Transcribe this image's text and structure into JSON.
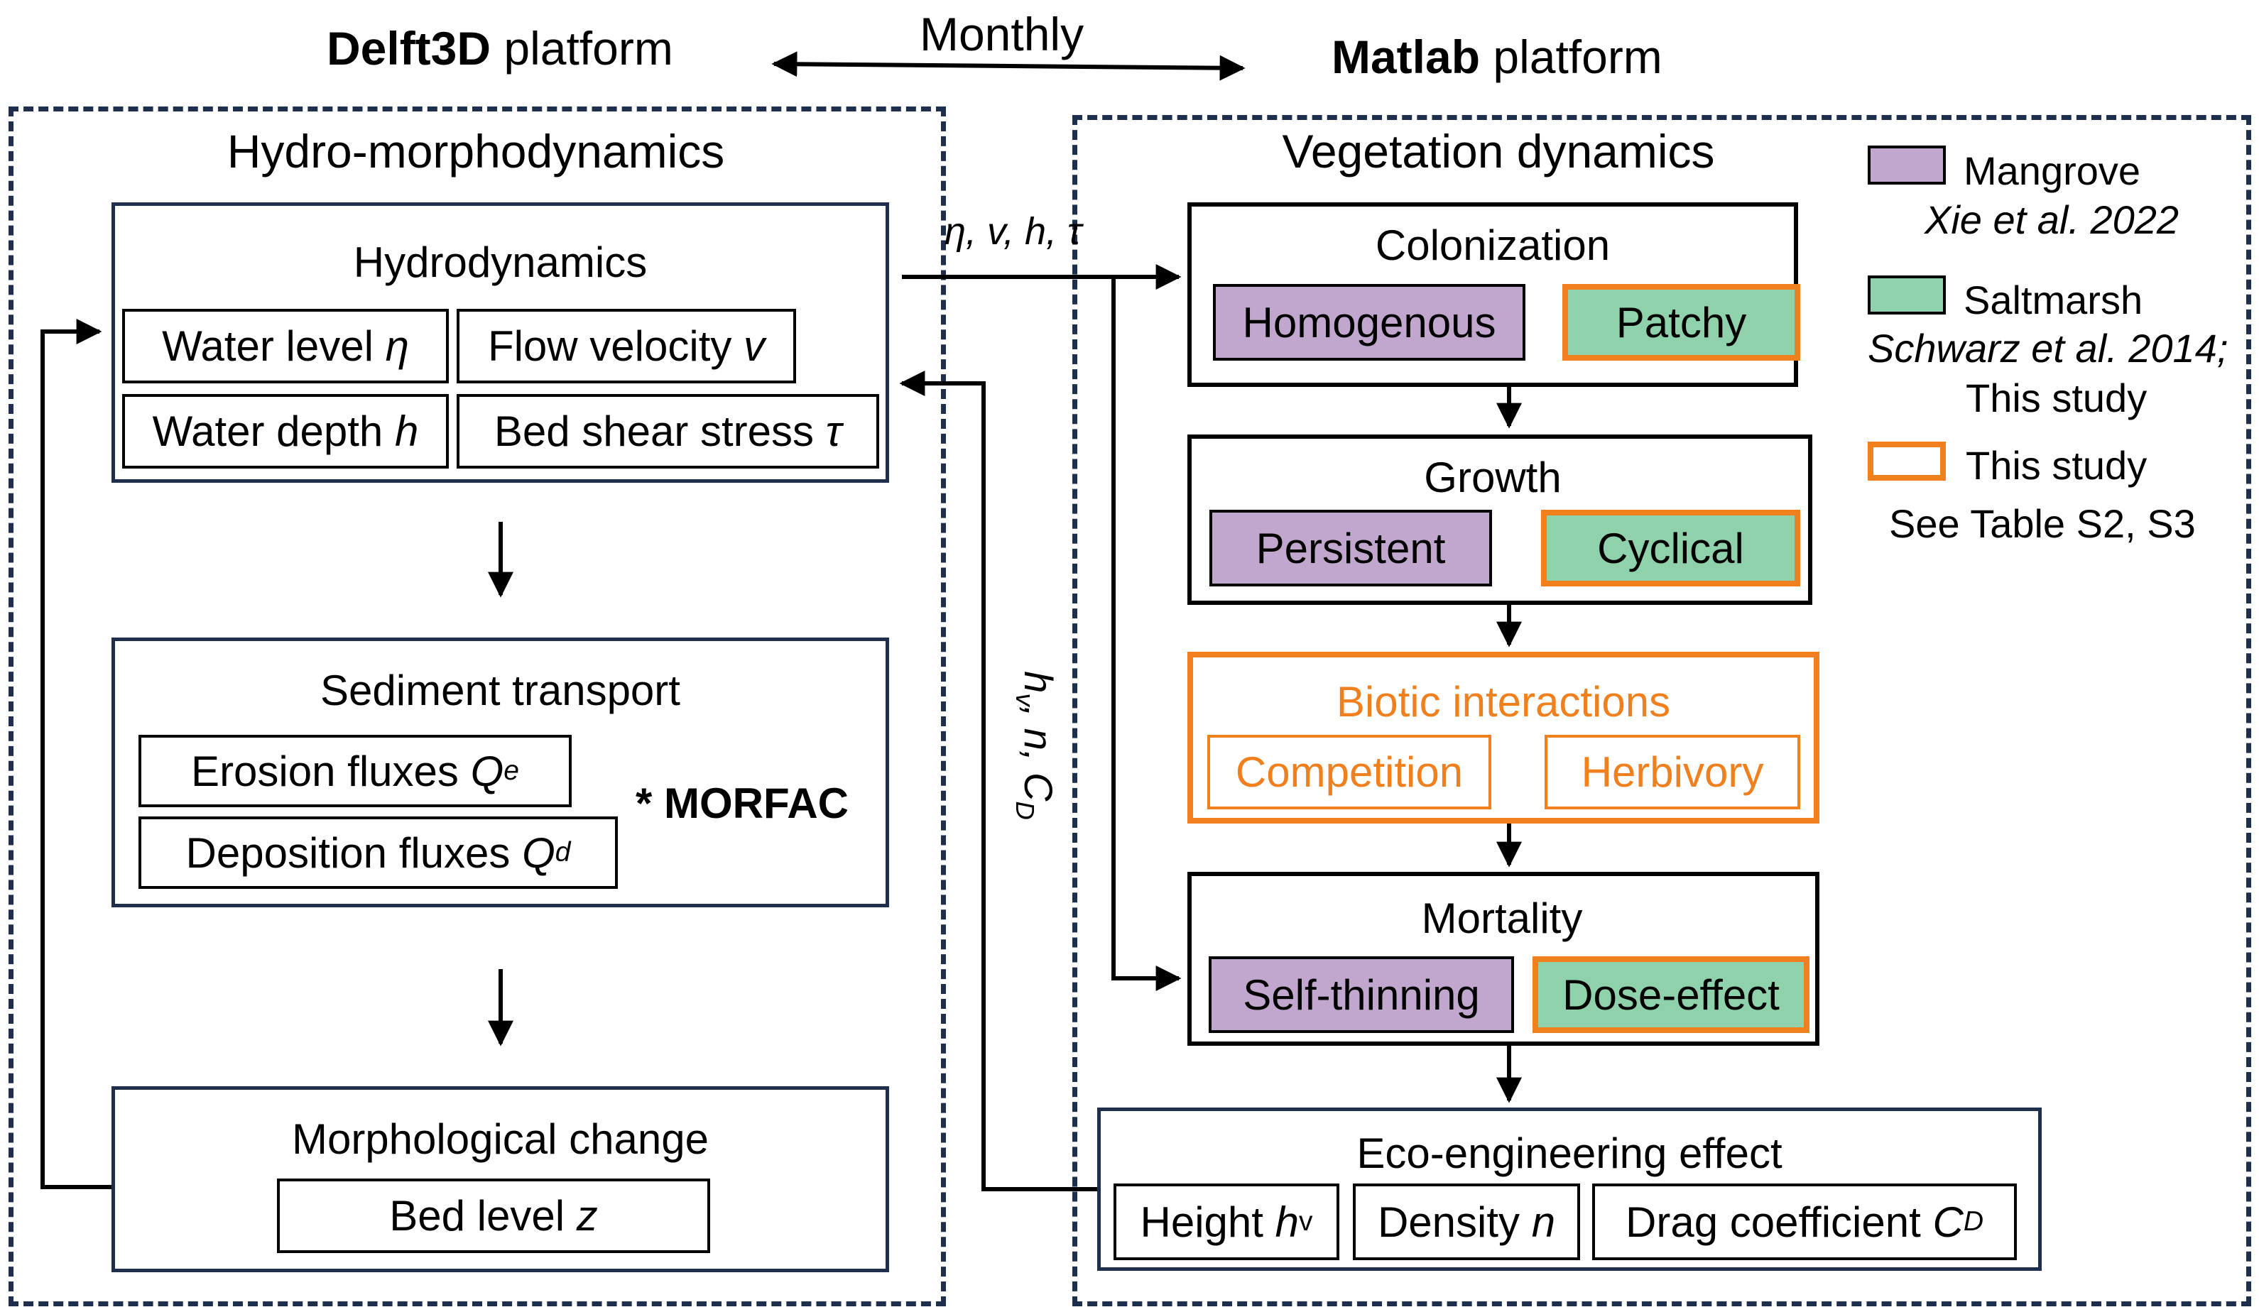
{
  "platforms": {
    "left": {
      "bold": "Delft3D",
      "rest": " platform"
    },
    "right": {
      "bold": "Matlab",
      "rest": " platform"
    },
    "coupling_label": "Monthly"
  },
  "left_panel": {
    "title": "Hydro-morphodynamics",
    "hydrodynamics": {
      "title": "Hydrodynamics",
      "water_level": {
        "text": "Water level ",
        "symbol": "η"
      },
      "flow_velocity": {
        "text": "Flow velocity ",
        "symbol": "v"
      },
      "water_depth": {
        "text": "Water depth ",
        "symbol": "h"
      },
      "bed_shear": {
        "text": "Bed shear stress ",
        "symbol": "τ"
      }
    },
    "sediment": {
      "title": "Sediment transport",
      "erosion": {
        "text": "Erosion fluxes ",
        "symbol": "Q",
        "sub": "e"
      },
      "deposition": {
        "text": "Deposition fluxes ",
        "symbol": "Q",
        "sub": "d"
      },
      "morfac": "* MORFAC"
    },
    "morphology": {
      "title": "Morphological change",
      "bed_level": {
        "text": "Bed level ",
        "symbol": "z"
      }
    }
  },
  "flow_labels": {
    "to_vegetation": "η, v, h, τ",
    "to_hydro": {
      "h": "h",
      "hsub": "v",
      "rest": ", n, C",
      "csub": "D"
    }
  },
  "right_panel": {
    "title": "Vegetation dynamics",
    "colonization": {
      "title": "Colonization",
      "a": "Homogenous",
      "b": "Patchy"
    },
    "growth": {
      "title": "Growth",
      "a": "Persistent",
      "b": "Cyclical"
    },
    "biotic": {
      "title": "Biotic interactions",
      "a": "Competition",
      "b": "Herbivory"
    },
    "mortality": {
      "title": "Mortality",
      "a": "Self-thinning",
      "b": "Dose-effect"
    },
    "eco": {
      "title": "Eco-engineering effect",
      "height": {
        "text": "Height ",
        "symbol": "h",
        "sub": "v"
      },
      "density": {
        "text": "Density ",
        "symbol": "n"
      },
      "drag": {
        "text": "Drag coefficient ",
        "symbol": "C",
        "sub": "D"
      }
    }
  },
  "legend": {
    "mangrove": {
      "label": "Mangrove",
      "ref": "Xie et al. 2022"
    },
    "saltmarsh": {
      "label": "Saltmarsh",
      "ref": "Schwarz et al. 2014;",
      "ref2": "This study"
    },
    "this_study": {
      "label": "This study",
      "note": "See Table S2, S3"
    }
  },
  "colors": {
    "navy": "#1d2f4d",
    "mangrove": "#c1a6cd",
    "saltmarsh": "#8fd1ab",
    "highlight": "#f07f1e"
  }
}
